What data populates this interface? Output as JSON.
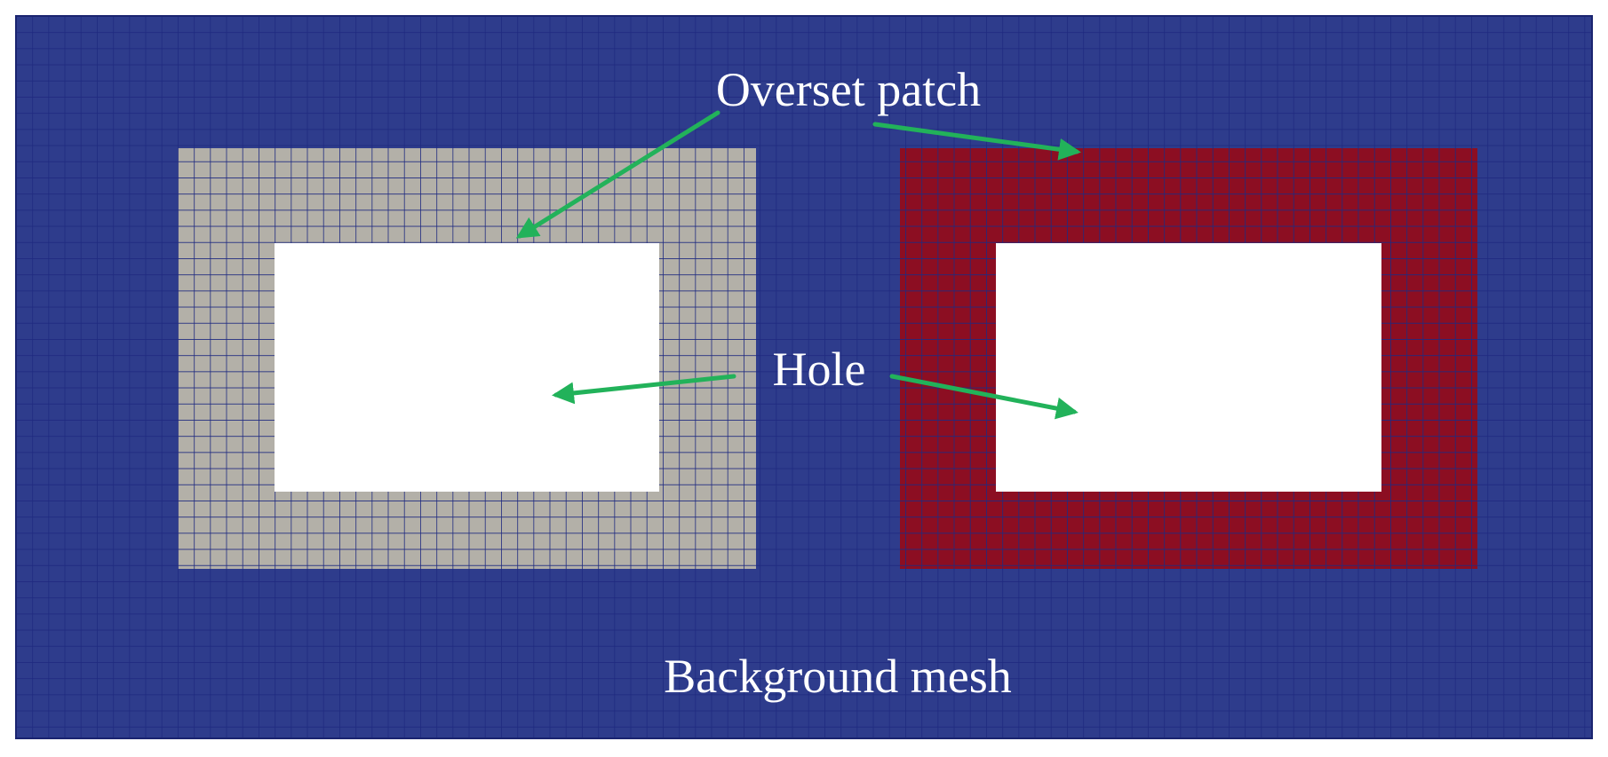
{
  "labels": {
    "overset_patch": "Overset patch",
    "hole": "Hole",
    "background_mesh": "Background mesh"
  },
  "colors": {
    "background_mesh": "#2e3c8c",
    "mesh_line": "#1f2a80",
    "overset_left": "#b3b0a8",
    "overset_right": "#8c0e22",
    "hole": "#ffffff",
    "arrow": "#22b25a",
    "text": "#ffffff"
  }
}
